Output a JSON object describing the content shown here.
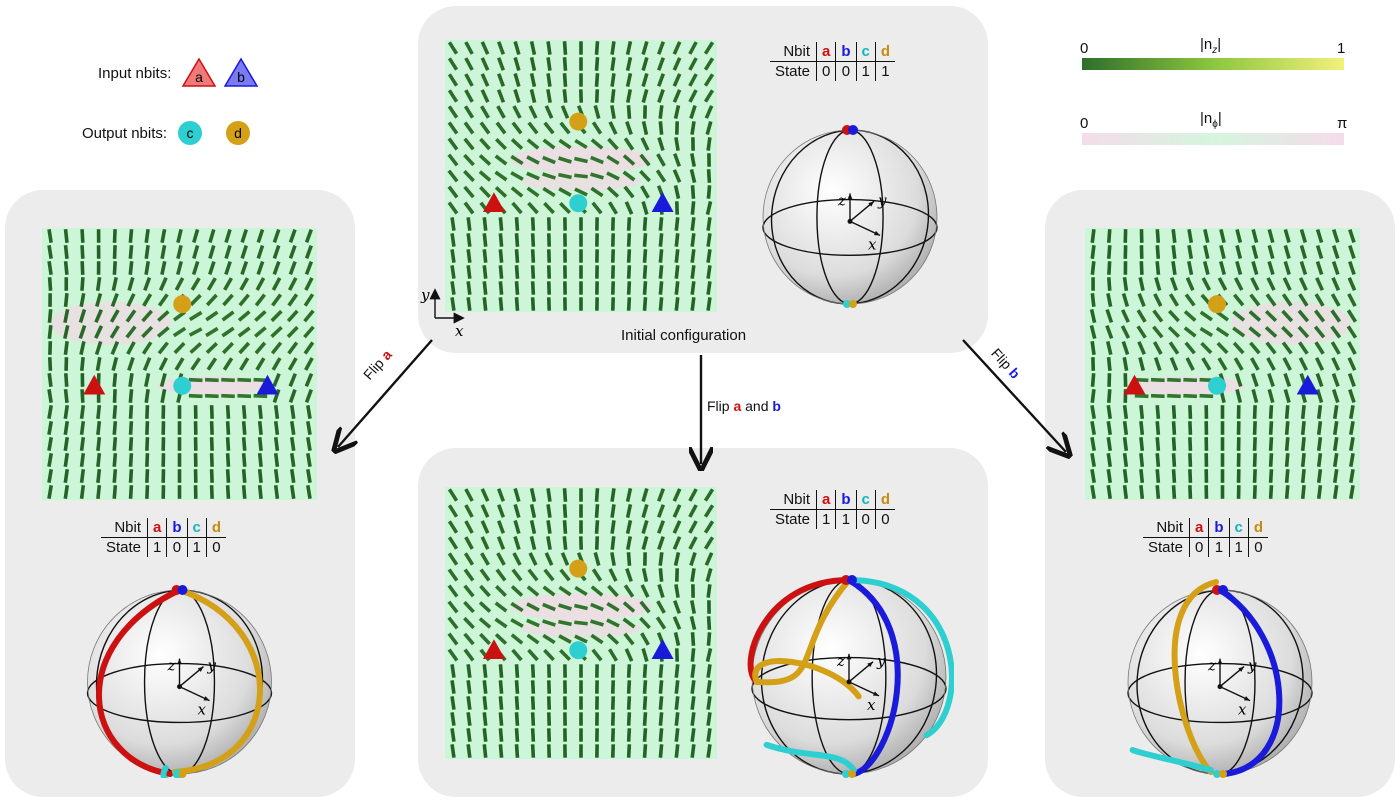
{
  "legend": {
    "input_label": "Input nbits:",
    "output_label": "Output nbits:",
    "bits": {
      "a": {
        "label": "a",
        "color": "#cc1111",
        "fill": "#f07a7a",
        "shape": "triangle"
      },
      "b": {
        "label": "b",
        "color": "#1a1adb",
        "fill": "#7a7af2",
        "shape": "triangle"
      },
      "c": {
        "label": "c",
        "color": "#17b5b5",
        "fill": "#2ecfd0",
        "shape": "circle"
      },
      "d": {
        "label": "d",
        "color": "#c58c12",
        "fill": "#d4a017",
        "shape": "circle"
      }
    }
  },
  "colorbars": {
    "nz": {
      "min_label": "0",
      "max_label": "1",
      "title": "|n",
      "title_sub": "z",
      "title_end": "|",
      "colors": [
        "#2e6e2a",
        "#8cc63f",
        "#f2f07a"
      ]
    },
    "nphi": {
      "min_label": "0",
      "max_label": "π",
      "title": "|n",
      "title_sub": "ϕ",
      "title_end": "|",
      "colors": [
        "#f5dcea",
        "#d4f5de",
        "#f5dcea"
      ]
    }
  },
  "table_headers": {
    "row1": "Nbit",
    "row2": "State",
    "cols": [
      "a",
      "b",
      "c",
      "d"
    ]
  },
  "panels": {
    "initial": {
      "caption": "Initial configuration",
      "states": [
        "0",
        "0",
        "1",
        "1"
      ]
    },
    "flip_a": {
      "states": [
        "1",
        "0",
        "1",
        "0"
      ]
    },
    "flip_ab": {
      "states": [
        "1",
        "1",
        "0",
        "0"
      ]
    },
    "flip_b": {
      "states": [
        "0",
        "1",
        "1",
        "0"
      ]
    }
  },
  "arrows": {
    "flip_a": {
      "prefix": "Flip ",
      "bit": "a"
    },
    "flip_ab": {
      "prefix": "Flip ",
      "bit": "a",
      "middle": " and ",
      "bit2": "b"
    },
    "flip_b": {
      "prefix": "Flip ",
      "bit": "b"
    }
  },
  "axes": {
    "x": "x",
    "y": "y",
    "z": "z"
  }
}
